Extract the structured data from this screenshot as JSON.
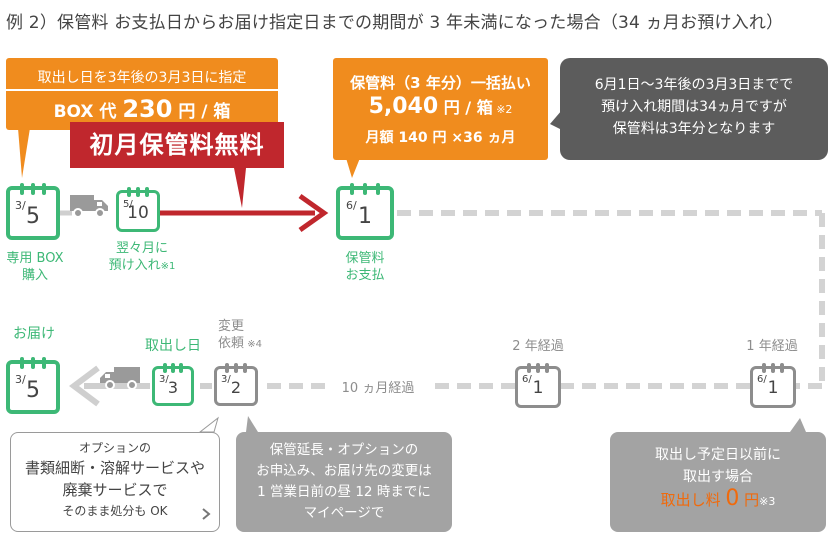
{
  "title": "例 2）保管料 お支払日からお届け指定日までの期間が 3 年未満になった場合（34 ヵ月お預け入れ）",
  "callout_pickup": {
    "line1": "取出し日を3年後の3月3日に指定",
    "price_prefix": "BOX 代 ",
    "price_value": "230",
    "price_suffix": " 円 / 箱"
  },
  "callout_free": "初月保管料無料",
  "callout_fee": {
    "line1": "保管料（3 年分）一括払い",
    "amount_value": "5,040",
    "amount_suffix": " 円 / 箱",
    "amount_note": " ※2",
    "line3": "月額 140 円 ×36 ヵ月"
  },
  "callout_period": [
    "6月1日〜3年後の3月3日までで",
    "預け入れ期間は34ヵ月ですが",
    "保管料は3年分となります"
  ],
  "calendars": {
    "purchase": {
      "month": "3/",
      "day": "5"
    },
    "deposit": {
      "month": "5/",
      "day": "10"
    },
    "payment": {
      "month": "6/",
      "day": "1"
    },
    "delivery": {
      "month": "3/",
      "day": "5"
    },
    "pickup": {
      "month": "3/",
      "day": "3"
    },
    "change": {
      "month": "3/",
      "day": "2"
    },
    "year2": {
      "month": "6/",
      "day": "1"
    },
    "year1": {
      "month": "6/",
      "day": "1"
    }
  },
  "labels": {
    "purchase": [
      "専用 BOX",
      "購入"
    ],
    "deposit_line1": "翌々月に",
    "deposit_line2": "預け入れ",
    "deposit_note": "※1",
    "payment": [
      "保管料",
      "お支払"
    ],
    "delivery": "お届け",
    "pickup": "取出し日",
    "change_line1": "変更",
    "change_line2": "依頼",
    "change_note": " ※4",
    "year2": "2 年経過",
    "year1": "1 年経過",
    "ten_months": "10 ヵ月経過"
  },
  "box_procedure": [
    "保管延長・オプションの",
    "お申込み、お届け先の変更は",
    "1 営業日前の昼 12 時までに",
    "マイページで"
  ],
  "box_options": {
    "line1": "オプションの",
    "line2": "書類細断・溶解サービスや",
    "line3": "廃棄サービスで",
    "line4": "そのまま処分も OK"
  },
  "box_fee": {
    "line1": "取出し予定日以前に",
    "line2": "取出す場合",
    "fee_prefix": "取出し料 ",
    "fee_value": "0",
    "fee_suffix": " 円",
    "fee_note": "※3"
  },
  "colors": {
    "orange": "#f08c1e",
    "red": "#c0272d",
    "green": "#3db876",
    "gray": "#8d8d8d",
    "dark_gray": "#5c5c5c",
    "fee_orange": "#f06a0c"
  },
  "icons": {
    "truck": "truck-icon",
    "calendar": "calendar-icon",
    "chevron": "chevron-right-icon"
  }
}
